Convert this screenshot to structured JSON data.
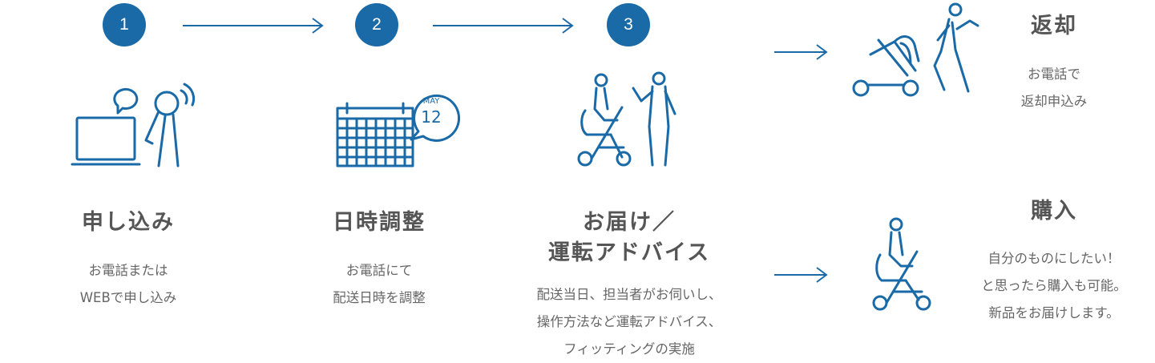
{
  "steps": [
    {
      "number": "1",
      "title": "申し込み",
      "description": [
        "お電話または",
        "WEBで申し込み"
      ]
    },
    {
      "number": "2",
      "title": "日時調整",
      "description": [
        "お電話にて",
        "配送日時を調整"
      ],
      "calendar_month": "MAY",
      "calendar_day": "12"
    },
    {
      "number": "3",
      "title_lines": [
        "お届け／",
        "運転アドバイス"
      ],
      "description": [
        "配送当日、担当者がお伺いし、",
        "操作方法など運転アドバイス、",
        "フィッティングの実施"
      ]
    }
  ],
  "outcomes": {
    "return": {
      "title": "返却",
      "description": [
        "お電話で",
        "返却申込み"
      ]
    },
    "purchase": {
      "title": "購入",
      "description": [
        "自分のものにしたい！",
        "と思ったら購入も可能。",
        "新品をお届けします。"
      ]
    }
  },
  "colors": {
    "accent": "#1a6aa8",
    "text": "#555555"
  }
}
